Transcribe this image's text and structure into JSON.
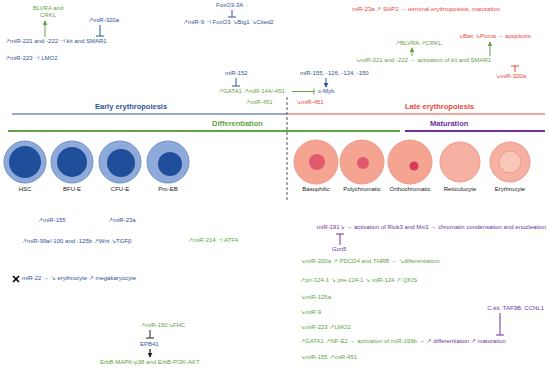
{
  "diagram": {
    "nodes": [
      {
        "text": [
          "HSC"
        ]
      },
      {
        "text": [
          "BFU-E"
        ]
      },
      {
        "text": [
          "CFU-E"
        ]
      },
      {
        "text": [
          "Pro-EB"
        ]
      },
      {
        "text": [
          "Basophilic"
        ]
      },
      {
        "text": [
          "Polychromatic"
        ]
      },
      {
        "text": [
          "Orthochromatic"
        ]
      },
      {
        "text": [
          "Reticulocyte"
        ]
      },
      {
        "text": [
          "Erythrocyte"
        ]
      }
    ],
    "labels": [
      "FoxO3-3A",
      "↗miR-9 ⊣ FoxO3 ↘Btg1 ↘Cited2",
      "BLVRA and CRKL",
      "↗miR-320a",
      "↗miR-221 and -222 ⊣ kit and SMAR1",
      "↗miR-223 ⊣ LMO2",
      "miR-23a ↗ SHP2 → terminal erythropoiesis, maturation",
      "↗BLVRA ↗CRKL",
      "↘Bax ↘Puma → apoptosis",
      "↘miR-221 and -222 → activation of kit and SMAR1",
      "↘miR-320a",
      "miR-152",
      "miR-155, -126, -124, -150",
      "↗GATA1 ↗miR-144/-451",
      "c-Myb",
      "↗miR-451",
      "↘miR-451",
      "Early erythropoiesis",
      "Late erythropoiesis",
      "Differentiation",
      "Maturation",
      "↗miR-155",
      "↗miR-23a",
      "↗miR-99a/-100 and -125b ↗Wnt ↘TGFβ",
      "↗miR-214 ⊣ ATF4",
      "miR-191↘ → activation of Riok3 and Mxi1 → chromatin condensation and enucleation",
      "Gcn5",
      "↘miR-200a ↗ PDCD4 and THRB → ↘differentiation",
      "↗pri-124-1 ↘ pre-124-1 ↘ miR-124 ↗ QKIS",
      "↘miR-125a",
      "↘miR-9",
      "↘miR-223 ↗LMO2",
      "↗GATA1 ↗NF-E2 → activation of miR-199b",
      "→ ↗ differentiation ↗ maturation",
      "C-kit, TAF9B, CCNL1",
      "↘miR-155 ↗miR-451",
      "miR-22 → ↘ erythrocyte ↗ megakaryocyte",
      "↗miR-150↘FHC",
      "EPB41",
      "ErbB-MAPK-p38 and ErbB-PI3K-AKT"
    ]
  }
}
